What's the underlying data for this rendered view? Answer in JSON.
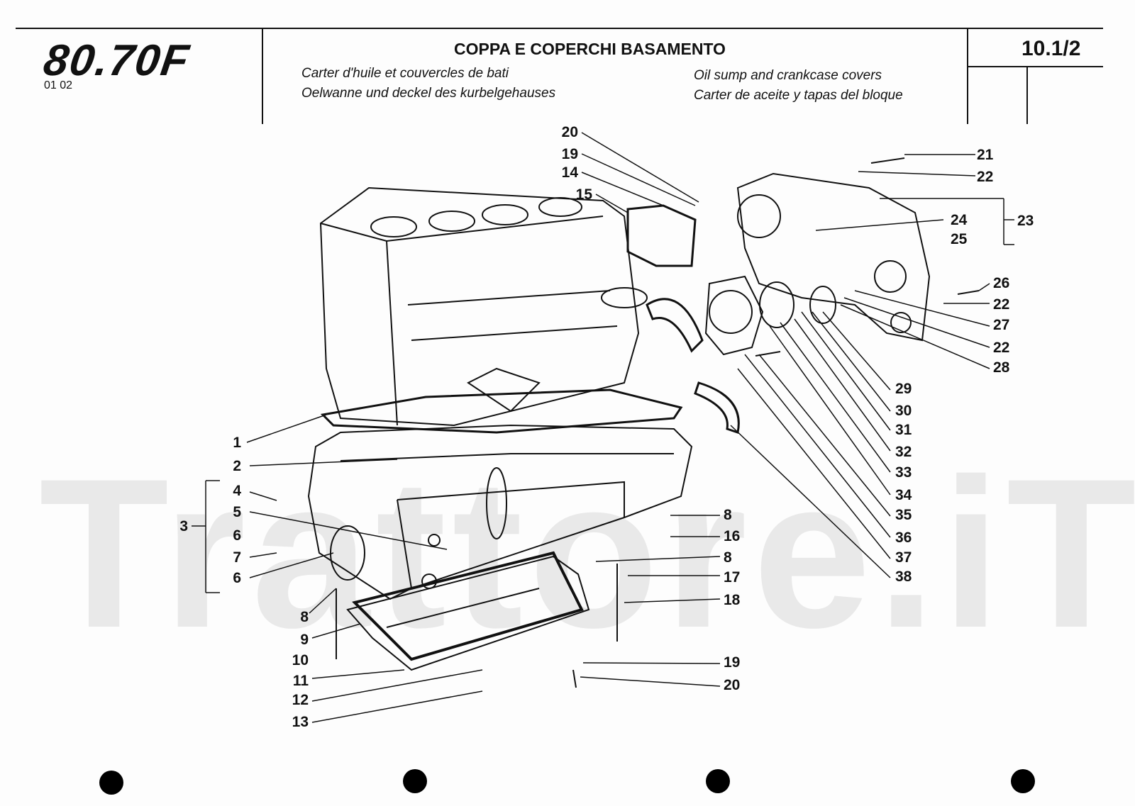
{
  "header": {
    "model": "80.70F",
    "date_code": "01 02",
    "title_it": "COPPA E COPERCHI BASAMENTO",
    "title_fr": "Carter d'huile et couvercles de bati",
    "title_de": "Oelwanne und deckel des kurbelgehauses",
    "title_en": "Oil sump and crankcase covers",
    "title_es": "Carter de aceite y tapas del bloque",
    "page_ref": "10.1/2"
  },
  "watermark": "Trattore.iT",
  "callouts_left": [
    "1",
    "2",
    "3",
    "4",
    "5",
    "6",
    "7",
    "6",
    "8",
    "9",
    "10",
    "11",
    "12",
    "13"
  ],
  "callouts_center": [
    "8",
    "16",
    "8",
    "17",
    "18",
    "19",
    "20"
  ],
  "callouts_top": [
    "20",
    "19",
    "14",
    "15"
  ],
  "callouts_right": [
    "21",
    "22",
    "23",
    "24",
    "25",
    "26",
    "22",
    "27",
    "22",
    "28",
    "29",
    "30",
    "31",
    "32",
    "33",
    "34",
    "35",
    "36",
    "37",
    "38"
  ]
}
